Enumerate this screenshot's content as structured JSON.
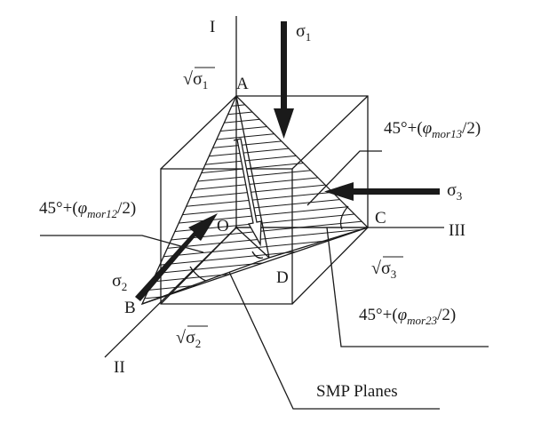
{
  "axes": {
    "axis1": "I",
    "axis2": "II",
    "axis3": "III"
  },
  "points": {
    "A": "A",
    "B": "B",
    "C": "C",
    "D": "D",
    "O": "O"
  },
  "stress": {
    "sigma_symbol": "σ",
    "s1_sub": "1",
    "s2_sub": "2",
    "s3_sub": "3"
  },
  "sqrt": {
    "radical": "√",
    "s1": "σ",
    "s1_sub": "1",
    "s2": "σ",
    "s2_sub": "2",
    "s3": "σ",
    "s3_sub": "3"
  },
  "angles": {
    "a13_prefix": "45°+(",
    "a13_phi": "φ",
    "a13_sub": "mor13",
    "a13_suffix": "/2)",
    "a12_prefix": "45°+(",
    "a12_phi": "φ",
    "a12_sub": "mor12",
    "a12_suffix": "/2)",
    "a23_prefix": "45°+(",
    "a23_phi": "φ",
    "a23_sub": "mor23",
    "a23_suffix": "/2)"
  },
  "smp_label": "SMP Planes",
  "colors": {
    "line": "#1a1a1a",
    "background": "#ffffff"
  }
}
